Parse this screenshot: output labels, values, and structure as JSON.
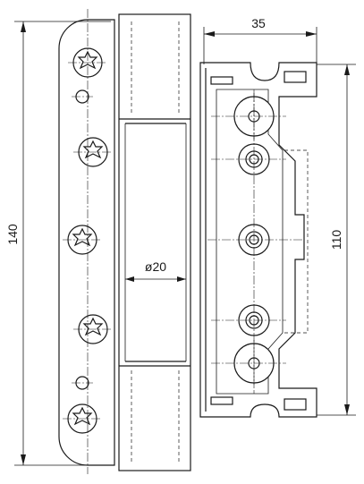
{
  "dimensions": {
    "overall_height": "140",
    "mounting_width": "35",
    "mounting_height": "110",
    "barrel_diameter_symbol": "ø",
    "barrel_diameter": "20"
  }
}
